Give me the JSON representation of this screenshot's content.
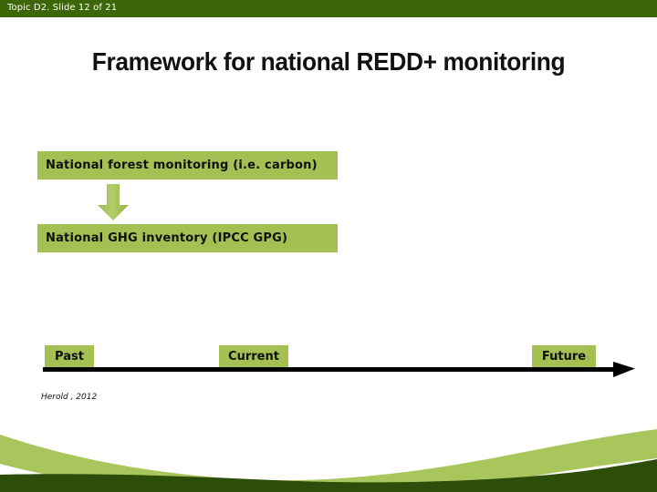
{
  "header": {
    "status_text": "Topic D2. Slide 12 of 21",
    "bar_color": "#3d6608"
  },
  "title": {
    "text": "Framework for national REDD+ monitoring",
    "color": "#111111"
  },
  "diagram": {
    "box_color": "#a5c052",
    "boxes": [
      {
        "label": "National forest monitoring (i.e. carbon)"
      },
      {
        "label": "National GHG inventory (IPCC GPG)"
      }
    ],
    "arrow": {
      "name": "down-arrow-icon",
      "color": "#a5c052",
      "direction": "down"
    }
  },
  "timeline": {
    "line_color": "#000000",
    "labels": [
      {
        "text": "Past"
      },
      {
        "text": "Current"
      },
      {
        "text": "Future"
      }
    ],
    "arrowhead_direction": "right"
  },
  "citation": {
    "text": "Herold , 2012"
  },
  "decoration": {
    "wave_light_color": "#a8c65c",
    "wave_dark_color": "#2d4d0a"
  }
}
